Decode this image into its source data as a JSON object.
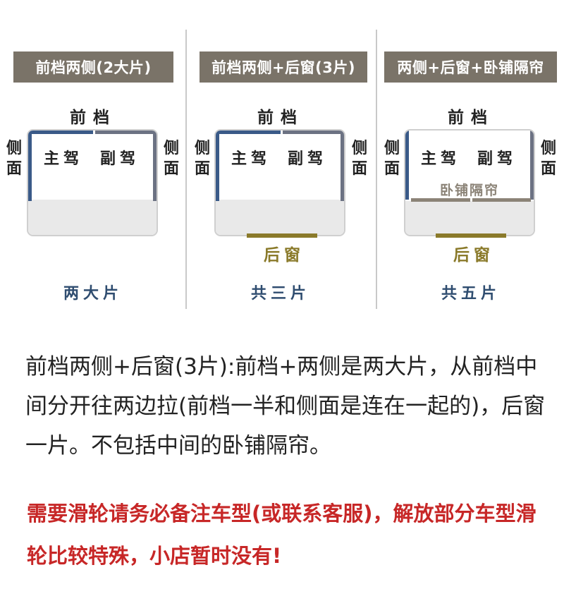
{
  "panels": [
    {
      "title": "前档两侧(2大片)",
      "front": "前档",
      "side_left": "侧面",
      "side_right": "侧面",
      "seat_left": "主驾",
      "seat_right": "副驾",
      "rear": "",
      "count": "两大片"
    },
    {
      "title": "前档两侧+后窗(3片)",
      "front": "前档",
      "side_left": "侧面",
      "side_right": "侧面",
      "seat_left": "主驾",
      "seat_right": "副驾",
      "rear": "后窗",
      "count": "共三片"
    },
    {
      "title": "两侧+后窗+卧铺隔帘",
      "front": "前档",
      "side_left": "侧面",
      "side_right": "侧面",
      "seat_left": "主驾",
      "seat_right": "副驾",
      "berth": "卧铺隔帘",
      "rear": "后窗",
      "count": "共五片"
    }
  ],
  "description": "前档两侧+后窗(3片):前档+两侧是两大片，从前档中间分开往两边拉(前档一半和侧面是连在一起的)，后窗一片。不包括中间的卧铺隔帘。",
  "note": "需要滑轮请务必备注车型(或联系客服)，解放部分车型滑轮比较特殊，小店暂时没有!",
  "colors": {
    "tag_bg": "#7a7368",
    "curtain_blue": "#3a5a88",
    "curtain_slate": "#6c7283",
    "rear_gold": "#8a7a2a",
    "count_blue": "#2f4d70",
    "note_red": "#c72727"
  }
}
